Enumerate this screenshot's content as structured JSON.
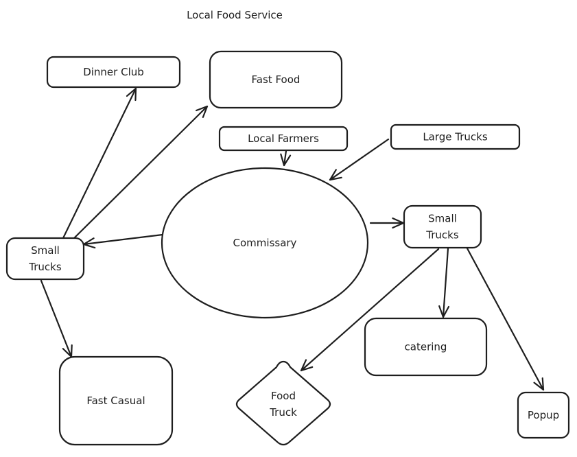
{
  "diagram": {
    "title": "Local Food Service",
    "stroke_color": "#1e1e1e",
    "background": "#ffffff",
    "nodes": [
      {
        "id": "dinner_club",
        "shape": "rounded-rect",
        "lines": [
          "Dinner Club"
        ]
      },
      {
        "id": "fast_food",
        "shape": "rounded-rect",
        "lines": [
          "Fast Food"
        ]
      },
      {
        "id": "local_farmers",
        "shape": "rounded-rect",
        "lines": [
          "Local Farmers"
        ]
      },
      {
        "id": "large_trucks",
        "shape": "rounded-rect",
        "lines": [
          "Large Trucks"
        ]
      },
      {
        "id": "commissary",
        "shape": "ellipse",
        "lines": [
          "Commissary"
        ]
      },
      {
        "id": "small_trucks_left",
        "shape": "rounded-rect",
        "lines": [
          "Small",
          "Trucks"
        ]
      },
      {
        "id": "small_trucks_right",
        "shape": "rounded-rect",
        "lines": [
          "Small",
          "Trucks"
        ]
      },
      {
        "id": "fast_casual",
        "shape": "rounded-rect",
        "lines": [
          "Fast Casual"
        ]
      },
      {
        "id": "catering",
        "shape": "rounded-rect",
        "lines": [
          "catering"
        ]
      },
      {
        "id": "food_truck",
        "shape": "diamond",
        "lines": [
          "Food",
          "Truck"
        ]
      },
      {
        "id": "popup",
        "shape": "rounded-rect",
        "lines": [
          "Popup"
        ]
      }
    ],
    "edges": [
      {
        "from": "local_farmers",
        "to": "commissary"
      },
      {
        "from": "large_trucks",
        "to": "commissary"
      },
      {
        "from": "commissary",
        "to": "small_trucks_left"
      },
      {
        "from": "commissary",
        "to": "small_trucks_right"
      },
      {
        "from": "small_trucks_left",
        "to": "dinner_club"
      },
      {
        "from": "small_trucks_left",
        "to": "fast_food"
      },
      {
        "from": "small_trucks_left",
        "to": "fast_casual"
      },
      {
        "from": "small_trucks_right",
        "to": "food_truck"
      },
      {
        "from": "small_trucks_right",
        "to": "catering"
      },
      {
        "from": "small_trucks_right",
        "to": "popup"
      }
    ]
  }
}
